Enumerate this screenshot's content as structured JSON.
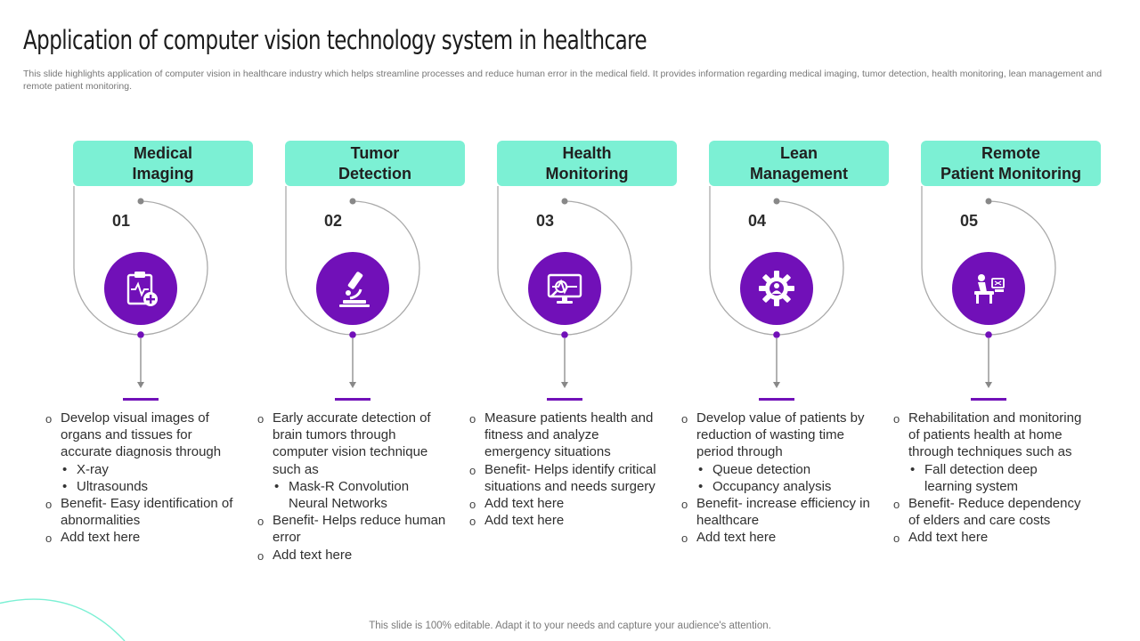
{
  "title": "Application of computer vision technology system in healthcare",
  "subtitle": "This slide highlights application of computer vision in healthcare industry which helps streamline processes and reduce human error in the medical field. It provides information regarding medical imaging, tumor detection, health monitoring, lean management and remote patient monitoring.",
  "footer": "This slide is 100% editable. Adapt it to your needs and capture your audience's attention.",
  "colors": {
    "header": "#7cf0d4",
    "accent": "#7110b8",
    "line": "#aaaaaa"
  },
  "columns": [
    {
      "heading": "Medical\nImaging",
      "number": "01",
      "icon": "medical-clipboard-icon",
      "items": [
        {
          "text": "Develop visual images of organs and tissues for accurate diagnosis through",
          "sub": [
            "X-ray",
            "Ultrasounds"
          ]
        },
        {
          "text": "Benefit- Easy identification of abnormalities"
        },
        {
          "text": "Add text here"
        }
      ]
    },
    {
      "heading": "Tumor\nDetection",
      "number": "02",
      "icon": "microscope-icon",
      "items": [
        {
          "text": "Early accurate detection of brain tumors through computer vision technique such as",
          "sub": [
            "Mask-R Convolution Neural Networks"
          ]
        },
        {
          "text": "Benefit- Helps reduce human error"
        },
        {
          "text": "Add text here"
        }
      ]
    },
    {
      "heading": "Health\nMonitoring",
      "number": "03",
      "icon": "health-monitor-icon",
      "items": [
        {
          "text": "Measure patients health and fitness and analyze emergency situations"
        },
        {
          "text": "Benefit- Helps identify critical situations and needs surgery"
        },
        {
          "text": "Add text here"
        },
        {
          "text": "Add text here"
        }
      ]
    },
    {
      "heading": "Lean\nManagement",
      "number": "04",
      "icon": "gear-person-icon",
      "items": [
        {
          "text": "Develop value of patients by reduction of wasting time period through",
          "sub": [
            "Queue detection",
            "Occupancy analysis"
          ]
        },
        {
          "text": "Benefit-  increase efficiency in healthcare"
        },
        {
          "text": "Add text here"
        }
      ]
    },
    {
      "heading": "Remote\nPatient Monitoring",
      "number": "05",
      "icon": "remote-patient-icon",
      "items": [
        {
          "text": "Rehabilitation and monitoring of patients health at home through techniques such as",
          "sub": [
            "Fall detection deep learning system"
          ]
        },
        {
          "text": "Benefit- Reduce dependency of elders and care costs"
        },
        {
          "text": "Add text here"
        }
      ]
    }
  ]
}
